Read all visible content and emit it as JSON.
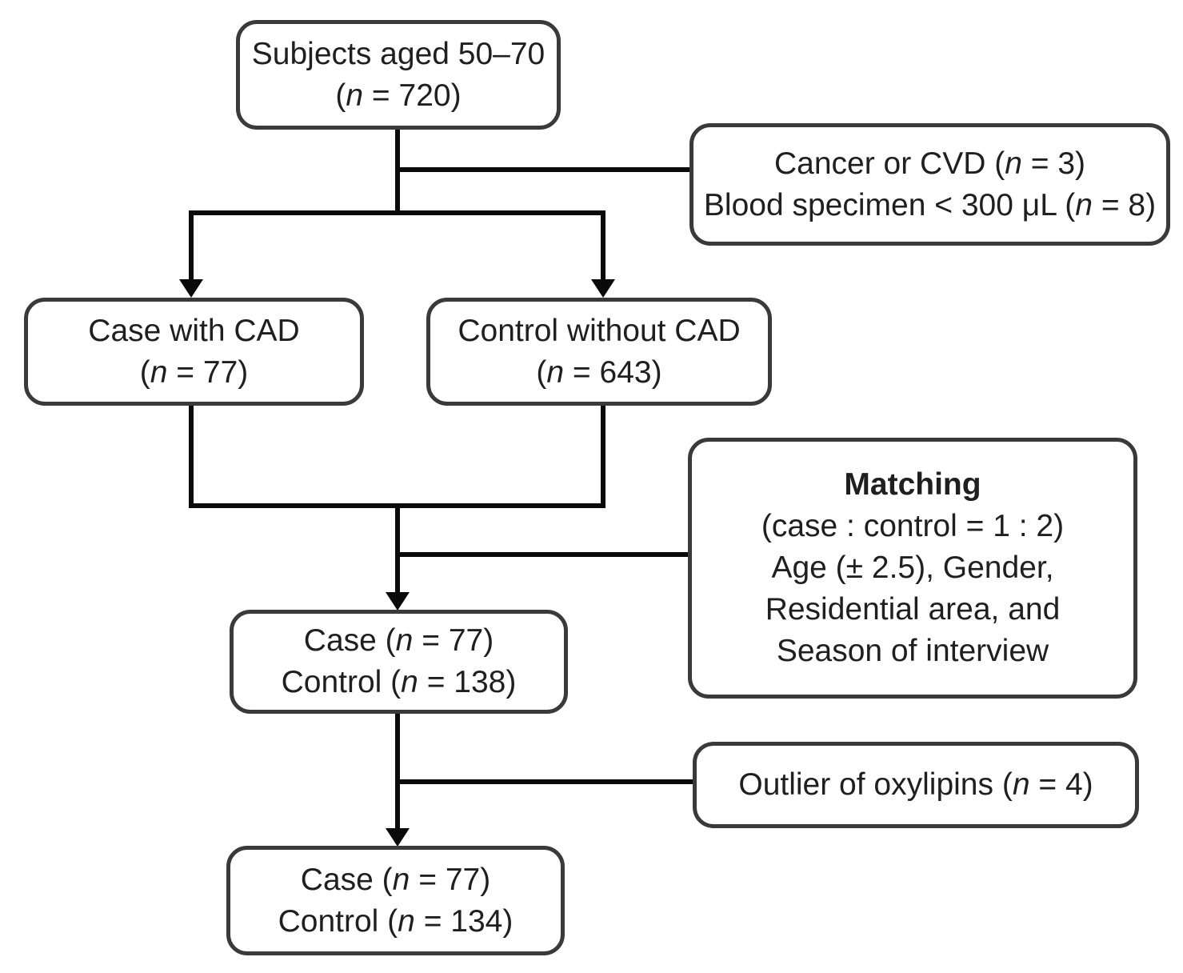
{
  "figure": {
    "type": "study-flow-diagram",
    "colors": {
      "background": "#ffffff",
      "box_border": "#3a3a3a",
      "connector": "#0a0a0a",
      "text": "#1f1f1f"
    }
  },
  "boxes": {
    "subjects": {
      "lines": [
        [
          {
            "t": "Subjects aged 50–70"
          }
        ],
        [
          {
            "t": "("
          },
          {
            "t": "n",
            "i": true
          },
          {
            "t": " = 720)"
          }
        ]
      ]
    },
    "exclusion_initial": {
      "lines": [
        [
          {
            "t": "Cancer or CVD ("
          },
          {
            "t": "n",
            "i": true
          },
          {
            "t": " = 3)"
          }
        ],
        [
          {
            "t": "Blood specimen < 300 μL ("
          },
          {
            "t": "n",
            "i": true
          },
          {
            "t": " = 8)"
          }
        ]
      ]
    },
    "case_cad": {
      "lines": [
        [
          {
            "t": "Case with CAD"
          }
        ],
        [
          {
            "t": "("
          },
          {
            "t": "n",
            "i": true
          },
          {
            "t": " = 77)"
          }
        ]
      ]
    },
    "control_cad": {
      "lines": [
        [
          {
            "t": "Control without CAD"
          }
        ],
        [
          {
            "t": "("
          },
          {
            "t": "n",
            "i": true
          },
          {
            "t": " = 643)"
          }
        ]
      ]
    },
    "matching": {
      "lines": [
        [
          {
            "t": "Matching",
            "b": true
          }
        ],
        [
          {
            "t": "(case : control = 1 : 2)"
          }
        ],
        [
          {
            "t": "Age (± 2.5), Gender,"
          }
        ],
        [
          {
            "t": "Residential area, and"
          }
        ],
        [
          {
            "t": "Season of interview"
          }
        ]
      ]
    },
    "matched": {
      "lines": [
        [
          {
            "t": "Case ("
          },
          {
            "t": "n",
            "i": true
          },
          {
            "t": " = 77)"
          }
        ],
        [
          {
            "t": "Control ("
          },
          {
            "t": "n",
            "i": true
          },
          {
            "t": " = 138)"
          }
        ]
      ]
    },
    "exclusion_outlier": {
      "lines": [
        [
          {
            "t": "Outlier of oxylipins ("
          },
          {
            "t": "n",
            "i": true
          },
          {
            "t": " = 4)"
          }
        ]
      ]
    },
    "final": {
      "lines": [
        [
          {
            "t": "Case ("
          },
          {
            "t": "n",
            "i": true
          },
          {
            "t": " = 77)"
          }
        ],
        [
          {
            "t": "Control ("
          },
          {
            "t": "n",
            "i": true
          },
          {
            "t": " = 134)"
          }
        ]
      ]
    }
  },
  "edges": [
    {
      "from": "subjects",
      "to": "exclusion_initial",
      "arrow": false
    },
    {
      "from": "subjects",
      "to": "case_cad",
      "arrow": true
    },
    {
      "from": "subjects",
      "to": "control_cad",
      "arrow": true
    },
    {
      "from": "case_cad",
      "to": "matched",
      "arrow": true
    },
    {
      "from": "control_cad",
      "to": "matched",
      "arrow": true
    },
    {
      "from": "case_cad+control_cad",
      "to": "matching",
      "arrow": false
    },
    {
      "from": "matched",
      "to": "exclusion_outlier",
      "arrow": false
    },
    {
      "from": "matched",
      "to": "final",
      "arrow": true
    }
  ]
}
